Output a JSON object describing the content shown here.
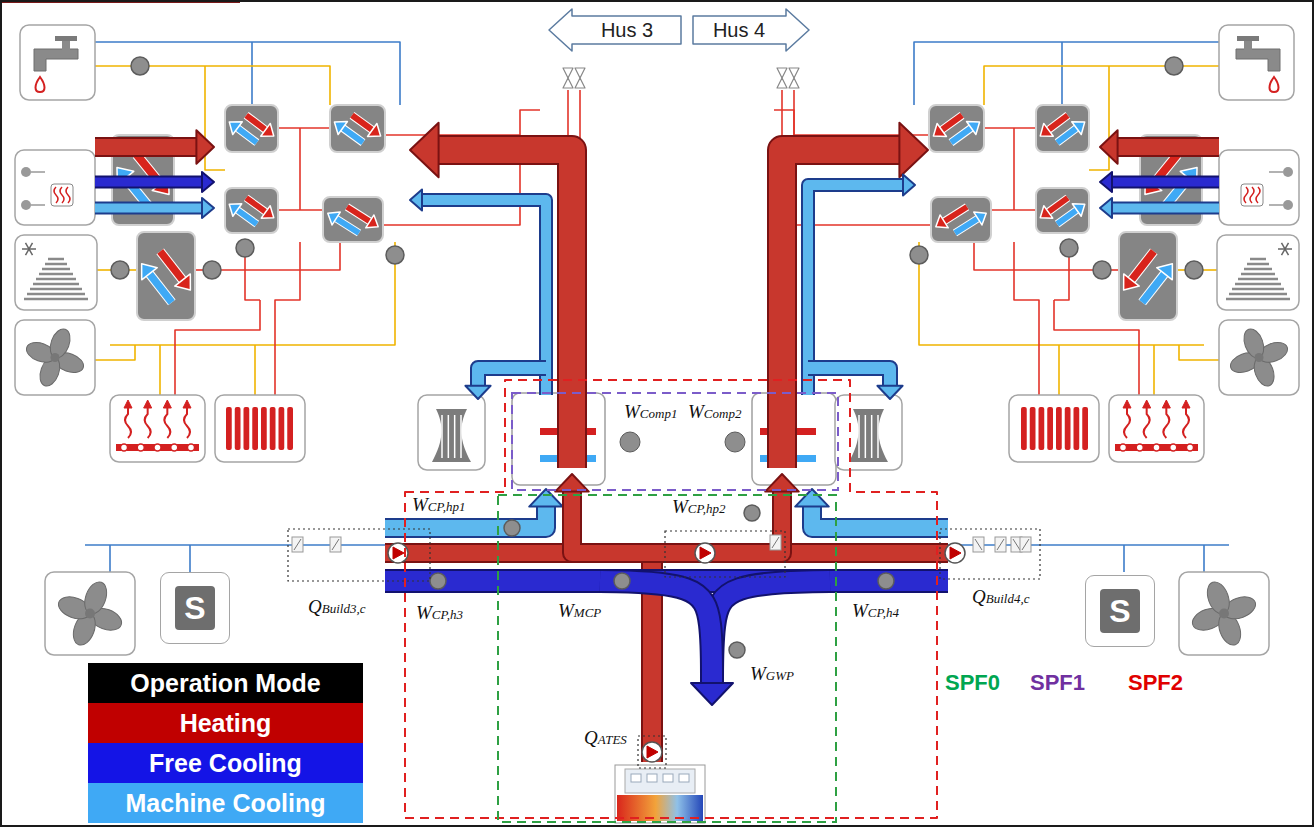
{
  "diagram": {
    "nodes": [
      {
        "text": [
          "Hus 3"
        ]
      },
      {
        "text": [
          "Hus 4"
        ]
      },
      {
        "text": [
          "S"
        ]
      },
      {
        "text": [
          "S"
        ]
      }
    ],
    "labels": [
      "WComp1",
      "WComp2",
      "WCP,hp1",
      "WCP,hp2",
      "QBuild3,c",
      "WCP,h3",
      "WMCP",
      "WCP,h4",
      "QBuild4,c",
      "WGWP",
      "QATES",
      "SPF0",
      "SPF1",
      "SPF2"
    ],
    "legend": [
      {
        "text": "Operation Mode",
        "color": "#000000"
      },
      {
        "text": "Heating",
        "color": "#c00000"
      },
      {
        "text": "Free Cooling",
        "color": "#1414e6"
      },
      {
        "text": "Machine Cooling",
        "color": "#3fa9f5"
      }
    ]
  }
}
